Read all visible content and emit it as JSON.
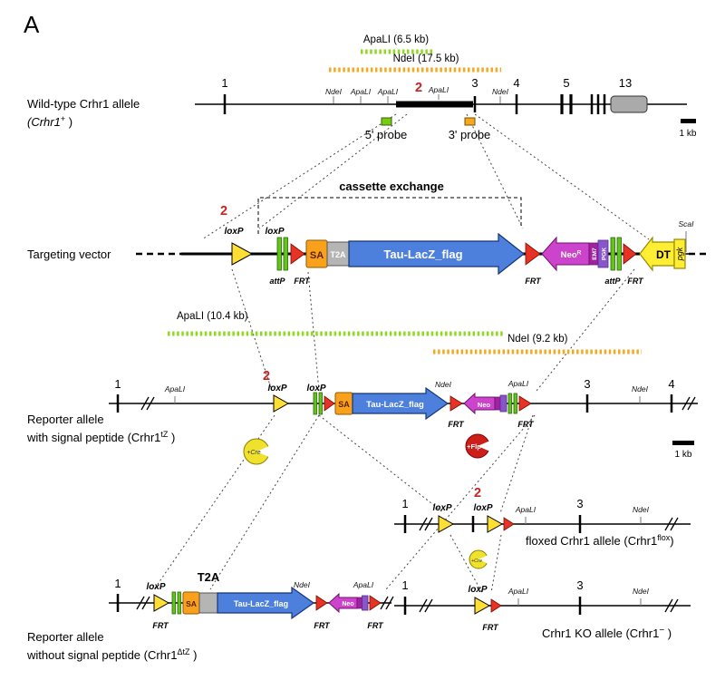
{
  "panel_label": "A",
  "tokens": {
    "loxp": "loxP",
    "frt": "FRT",
    "attp": "attP",
    "apali": "ApaLI",
    "ndei": "NdeI",
    "scai": "ScaI",
    "sa": "SA",
    "t2a": "T2A",
    "tau": "Tau-LacZ_flag",
    "neo": "Neo",
    "neo_sup": "R",
    "em7": "EM7",
    "pgk_box": "PGK",
    "exon1": "1",
    "exon2": "2",
    "exon3": "3",
    "exon4": "4",
    "exon5": "5",
    "exon13": "13",
    "scale": "1 kb"
  },
  "wild_type": {
    "frag_apali": "ApaLI (6.5 kb)",
    "frag_ndei": "NdeI (17.5 kb)",
    "probe5": "5' probe",
    "probe3": "3' probe",
    "title": "Wild-type Crhr1 allele",
    "allele_pre": "(Crhr1",
    "allele_sup": "+",
    "allele_post": " )"
  },
  "vector": {
    "title": "Targeting vector",
    "cassette_exchange": "cassette exchange",
    "dt": "DT",
    "pgk": "pgk"
  },
  "reporter_sp": {
    "frag_apali": "ApaLI (10.4 kb)",
    "frag_ndei": "NdeI (9.2 kb)",
    "title1": "Reporter allele",
    "title2_pre": "with signal peptide (Crhr1",
    "title2_sup": "tZ",
    "title2_post": " )",
    "cre": "+Cre",
    "flp": "+Flp"
  },
  "floxed": {
    "title_pre": "floxed Crhr1 allele (Crhr1",
    "title_sup": "flox",
    "title_post": ")",
    "cre": "+Cre"
  },
  "ko": {
    "title_pre": "Crhr1 KO allele (Crhr1",
    "title_sup": "−",
    "title_post": " )"
  },
  "reporter_nosp": {
    "title1": "Reporter allele",
    "title2_pre": "without signal peptide (Crhr1",
    "title2_sup": "ΔtZ",
    "title2_post": " )"
  },
  "colors": {
    "fragment_green": "#8fd820",
    "fragment_orange": "#f4a71f",
    "loxp_yellow": "#ffdf33",
    "frt_red": "#e63323",
    "attp_green": "#62c41d",
    "sa_orange": "#f9a11b",
    "t2a_gray": "#b5b5b5",
    "tau_blue": "#4d7fdd",
    "neo_magenta": "#cc44cc",
    "em7_magenta": "#a122a1",
    "pgk_violet": "#8855cc",
    "dt_yellow": "#ffee33",
    "exon_red_label": "#cc2020",
    "cre_yellow": "#f0e22c",
    "flp_red": "#cc1f1a"
  }
}
